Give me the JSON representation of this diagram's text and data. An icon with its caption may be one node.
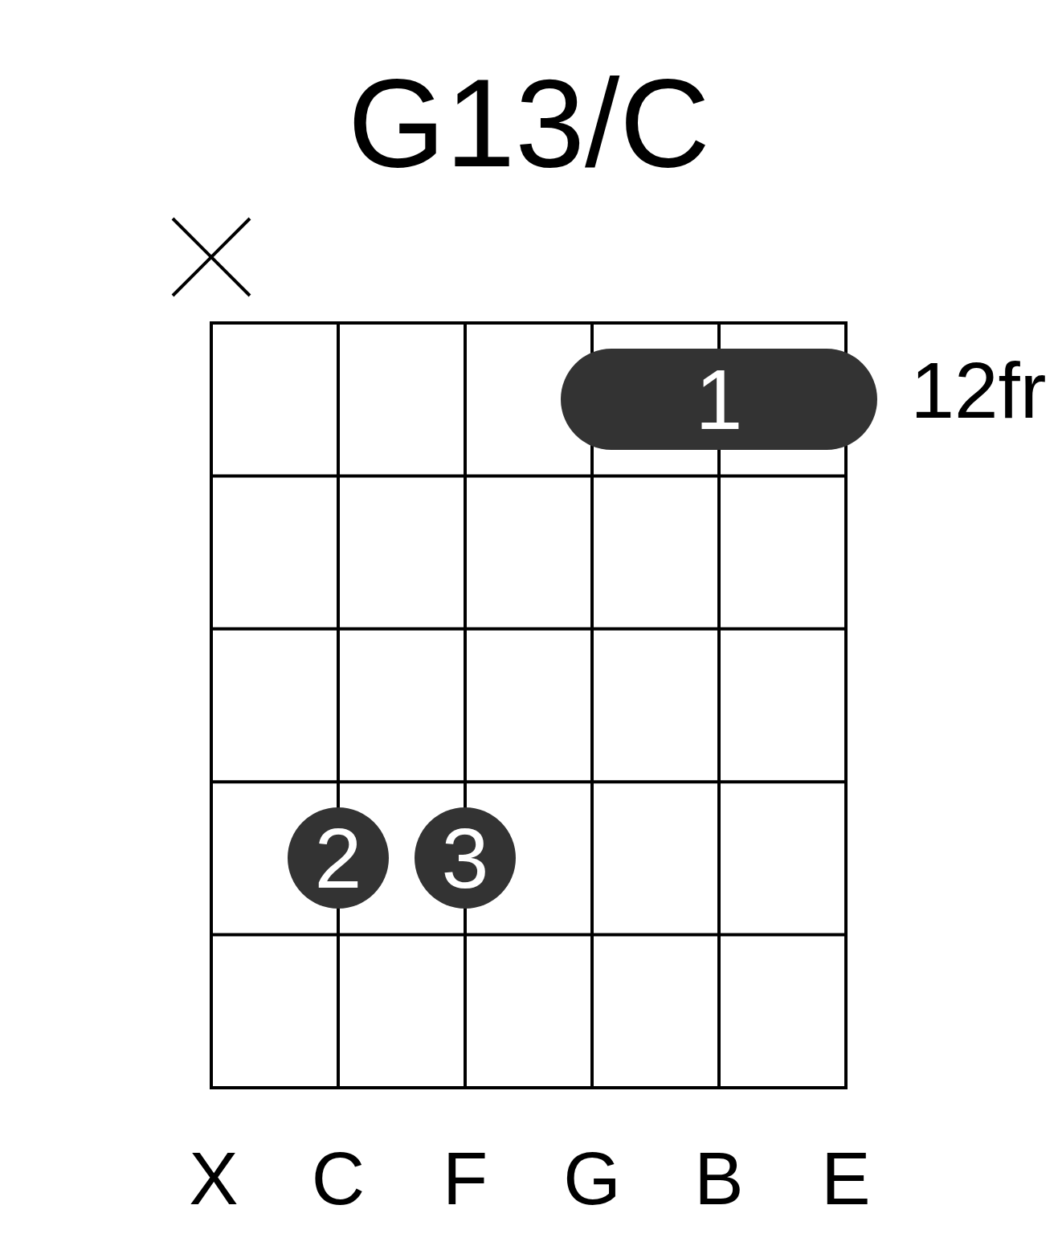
{
  "diagram": {
    "title": "G13/C",
    "nodes": [
      {
        "text": [
          "1"
        ]
      },
      {
        "text": [
          "2"
        ]
      },
      {
        "text": [
          "3"
        ]
      }
    ],
    "labels": [
      "12fr",
      "X",
      "C",
      "F",
      "G",
      "B",
      "E"
    ]
  }
}
